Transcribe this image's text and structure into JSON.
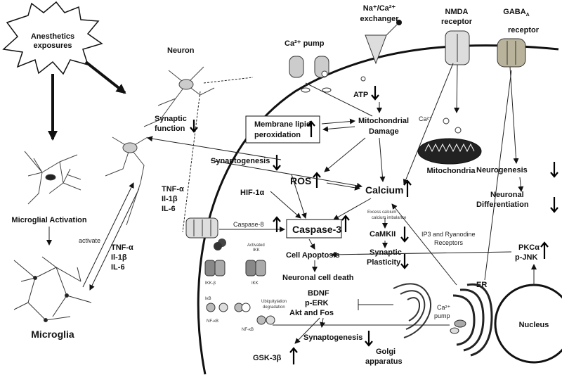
{
  "diagram": {
    "anesthetics": [
      "Anesthetics",
      "exposures"
    ],
    "neuron": "Neuron",
    "ca_pump_top": "Ca²⁺ pump",
    "na_ca_exchanger": [
      "Na⁺/Ca²⁺",
      "exchanger"
    ],
    "nmda": [
      "NMDA",
      "receptor"
    ],
    "gaba": [
      "GABA",
      "A",
      "receptor"
    ],
    "atp": "ATP",
    "synaptic_function": [
      "Synaptic",
      "function"
    ],
    "membrane_lipid": [
      "Membrane lipid",
      "peroxidation"
    ],
    "mito_damage": [
      "Mitochondrial",
      "Damage"
    ],
    "ca2_mito": "Ca²⁺",
    "mitochondria": "Mitochondria",
    "synaptogenesis_1": "Synaptogenesis",
    "ros": "ROS",
    "calcium": "Calcium",
    "hif": "HIF-1α",
    "cytokines_neuron": [
      "TNF-α",
      "Il-1β",
      "IL-6"
    ],
    "caspase8": "Caspase-8",
    "caspase3": "Caspase-3",
    "excess_calcium": [
      "Excess calcium",
      "calcium imbalance"
    ],
    "camkii": "CaMKII",
    "ip3": [
      "IP3 and Ryanodine",
      "Receptors"
    ],
    "neurogenesis": "Neurogenesis",
    "neuronal_diff": [
      "Neuronal",
      "Differentiation"
    ],
    "microglial_activation": "Microglial Activation",
    "activate": "activate",
    "cytokines_micro": [
      "TNF-α",
      "Il-1β",
      "IL-6"
    ],
    "microglia": "Microglia",
    "cell_apoptosis": "Cell Apoptosis",
    "synaptic_plasticity": [
      "Synaptic",
      "Plasticity"
    ],
    "neuronal_death": "Neuronal cell death",
    "pkc": [
      "PKCα",
      "p-JNK"
    ],
    "er": "ER",
    "ikkb": "IKK-β",
    "ikk": "IKK",
    "activated_ikk": [
      "Activated",
      "IKK"
    ],
    "ikb": "IκB",
    "nfkb": "NF-κB",
    "ubiquitylation": [
      "Ubiquitylation",
      "degradation"
    ],
    "bdnf": [
      "BDNF",
      "p-ERK",
      "Akt and Fos"
    ],
    "ca_pump_bottom": [
      "Ca²⁺",
      "pump"
    ],
    "nucleus": "Nucleus",
    "synaptogenesis_2": "Synaptogenesis",
    "gsk": "GSK-3β",
    "golgi": [
      "Golgi",
      "apparatus"
    ]
  }
}
